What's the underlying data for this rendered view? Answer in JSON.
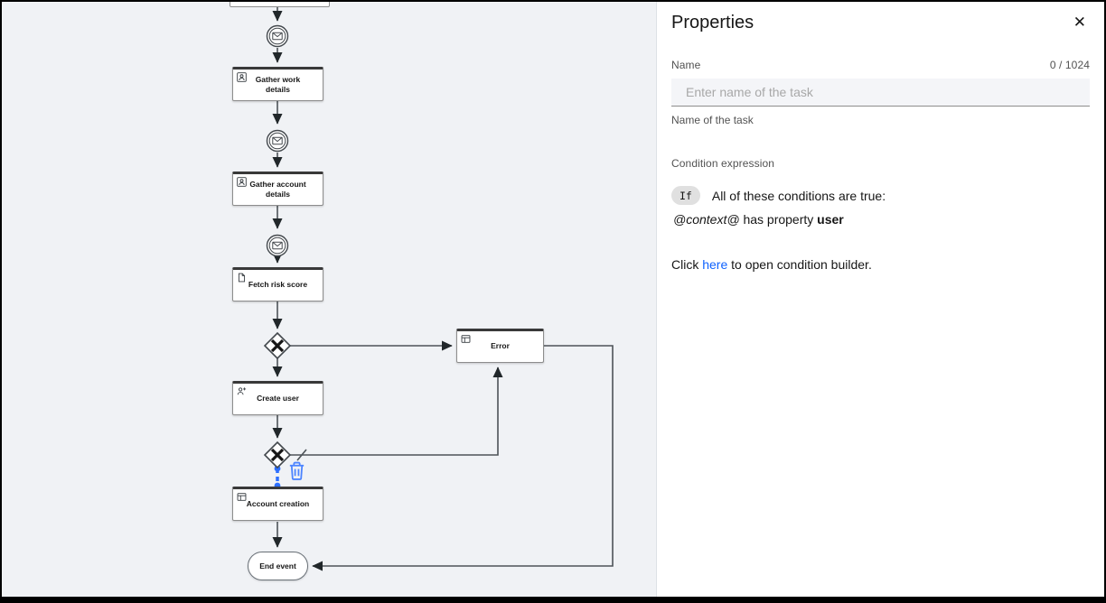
{
  "diagram": {
    "nodes": {
      "gather_work": "Gather work details",
      "gather_account": "Gather account details",
      "fetch_risk": "Fetch risk score",
      "create_user": "Create user",
      "account_creation": "Account creation",
      "error": "Error",
      "end_event": "End event"
    }
  },
  "panel": {
    "title": "Properties",
    "close_icon": "✕",
    "name_field": {
      "label": "Name",
      "counter": "0 / 1024",
      "value": "",
      "placeholder": "Enter name of the task",
      "helper": "Name of the task"
    },
    "condition": {
      "label": "Condition expression",
      "if_badge": "If",
      "headline": "All of these conditions are true:",
      "expr_context": "@context@",
      "expr_middle": " has property ",
      "expr_property": "user",
      "click_prefix": "Click ",
      "link_text": "here",
      "click_suffix": " to open condition builder."
    }
  },
  "colors": {
    "selected_flow_blue": "#2d6fff",
    "trash_blue": "#4c84ff",
    "link_blue": "#0f62fe",
    "canvas_bg": "#f0f2f5"
  }
}
